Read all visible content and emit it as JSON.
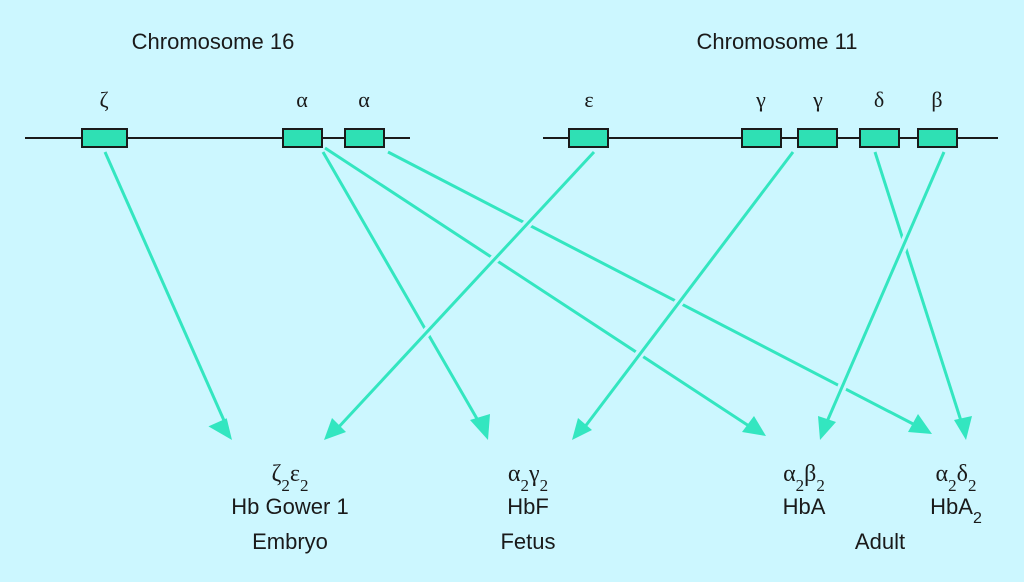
{
  "chromosomes": {
    "chr16": {
      "label": "Chromosome 16"
    },
    "chr11": {
      "label": "Chromosome 11"
    }
  },
  "genes": {
    "zeta": "ζ",
    "alpha1": "α",
    "alpha2": "α",
    "epsilon": "ε",
    "gamma1": "γ",
    "gamma2": "γ",
    "delta": "δ",
    "beta": "β"
  },
  "products": {
    "gower1": {
      "formula": [
        "ζ",
        "2",
        "ε",
        "2"
      ],
      "name": "Hb Gower 1",
      "stage": "Embryo"
    },
    "hbf": {
      "formula": [
        "α",
        "2",
        "γ",
        "2"
      ],
      "name": "HbF",
      "stage": "Fetus"
    },
    "hba": {
      "formula": [
        "α",
        "2",
        "β",
        "2"
      ],
      "name": "HbA"
    },
    "hba2": {
      "formula": [
        "α",
        "2",
        "δ",
        "2"
      ],
      "name": [
        "HbA",
        "2"
      ]
    }
  },
  "stages": {
    "adult": "Adult"
  },
  "colors": {
    "background": "#ccf7ff",
    "gene_box": "#2fe0b4",
    "arrow": "#33e6c0",
    "line": "#1a1a1a"
  }
}
